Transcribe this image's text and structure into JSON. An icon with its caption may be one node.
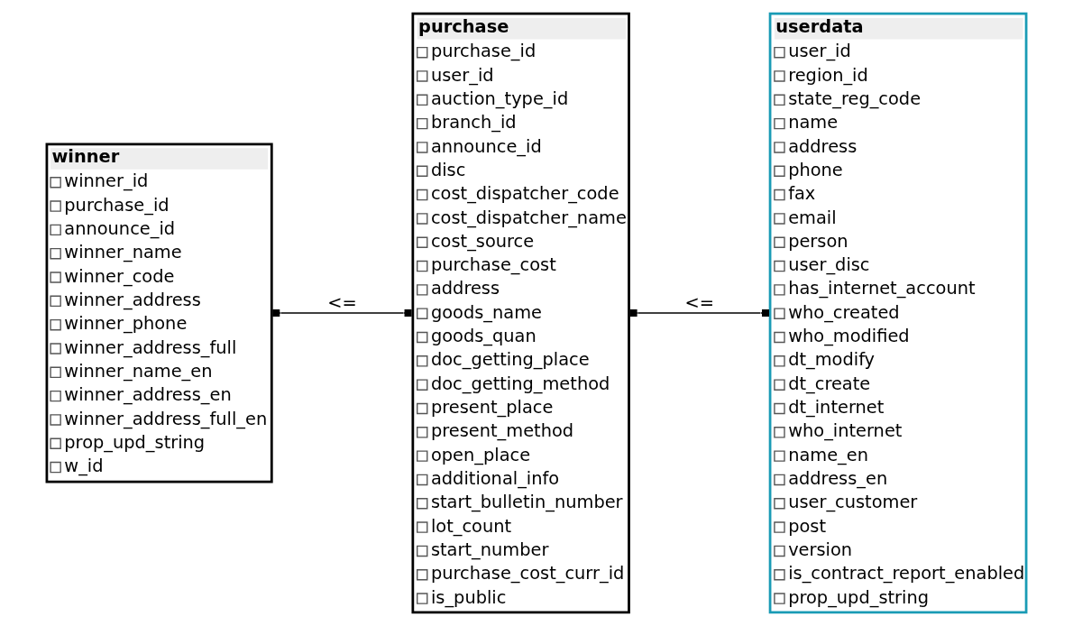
{
  "diagram": {
    "nodes": [
      {
        "text": [
          "winner",
          "winner_id",
          "purchase_id",
          "announce_id",
          "winner_name",
          "winner_code",
          "winner_address",
          "winner_phone",
          "winner_address_full",
          "winner_name_en",
          "winner_address_en",
          "winner_address_full_en",
          "prop_upd_string",
          "w_id"
        ]
      },
      {
        "text": [
          "purchase",
          "purchase_id",
          "user_id",
          "auction_type_id",
          "branch_id",
          "announce_id",
          "disc",
          "cost_dispatcher_code",
          "cost_dispatcher_name",
          "cost_source",
          "purchase_cost",
          "address",
          "goods_name",
          "goods_quan",
          "doc_getting_place",
          "doc_getting_method",
          "present_place",
          "present_method",
          "open_place",
          "additional_info",
          "start_bulletin_number",
          "lot_count",
          "start_number",
          "purchase_cost_curr_id",
          "is_public"
        ]
      },
      {
        "text": [
          "userdata",
          "user_id",
          "region_id",
          "state_reg_code",
          "name",
          "address",
          "phone",
          "fax",
          "email",
          "person",
          "user_disc",
          "has_internet_account",
          "who_created",
          "who_modified",
          "dt_modify",
          "dt_create",
          "dt_internet",
          "who_internet",
          "name_en",
          "address_en",
          "user_customer",
          "post",
          "version",
          "is_contract_report_enabled",
          "prop_upd_string"
        ]
      }
    ],
    "edges": [
      {
        "from": 0,
        "to": 1,
        "arrow": "other",
        "label": "<="
      },
      {
        "from": 1,
        "to": 2,
        "arrow": "other",
        "label": "<="
      }
    ]
  }
}
